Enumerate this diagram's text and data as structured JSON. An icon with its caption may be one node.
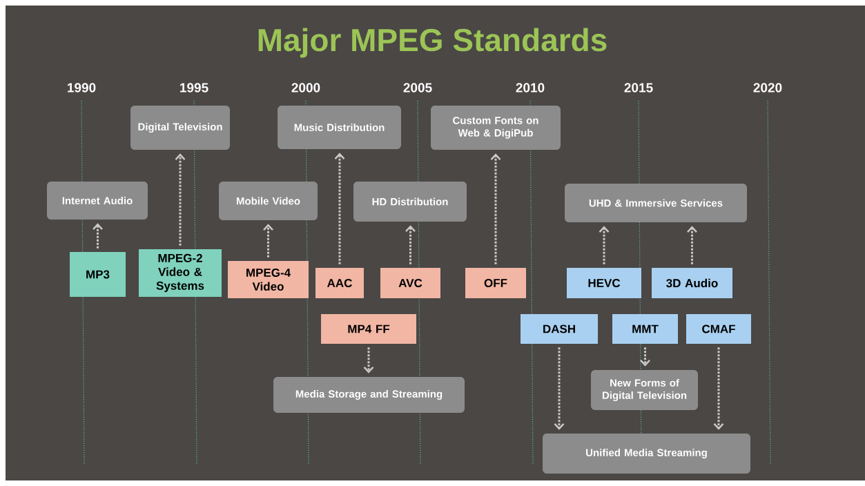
{
  "diagram": {
    "title": "Major MPEG Standards",
    "nodes": [
      {
        "text": [
          "Internet Audio"
        ]
      },
      {
        "text": [
          "Digital Television"
        ]
      },
      {
        "text": [
          "Music Distribution"
        ]
      },
      {
        "text": [
          "Custom Fonts on Web & DigiPub"
        ]
      },
      {
        "text": [
          "Mobile Video"
        ]
      },
      {
        "text": [
          "HD Distribution"
        ]
      },
      {
        "text": [
          "UHD & Immersive Services"
        ]
      },
      {
        "text": [
          "MP3"
        ]
      },
      {
        "text": [
          "MPEG-2 Video & Systems"
        ]
      },
      {
        "text": [
          "MPEG-4 Video"
        ]
      },
      {
        "text": [
          "AAC"
        ]
      },
      {
        "text": [
          "AVC"
        ]
      },
      {
        "text": [
          "OFF"
        ]
      },
      {
        "text": [
          "HEVC"
        ]
      },
      {
        "text": [
          "3D Audio"
        ]
      },
      {
        "text": [
          "MP4 FF"
        ]
      },
      {
        "text": [
          "DASH"
        ]
      },
      {
        "text": [
          "MMT"
        ]
      },
      {
        "text": [
          "CMAF"
        ]
      },
      {
        "text": [
          "Media Storage and Streaming"
        ]
      },
      {
        "text": [
          "New Forms of Digital Television"
        ]
      },
      {
        "text": [
          "Unified Media Streaming"
        ]
      }
    ],
    "edges": [
      {
        "from": 7,
        "to": 0,
        "arrow": "to"
      },
      {
        "from": 8,
        "to": 1,
        "arrow": "to"
      },
      {
        "from": 9,
        "to": 4,
        "arrow": "to"
      },
      {
        "from": 10,
        "to": 2,
        "arrow": "to"
      },
      {
        "from": 11,
        "to": 5,
        "arrow": "to"
      },
      {
        "from": 12,
        "to": 3,
        "arrow": "to"
      },
      {
        "from": 13,
        "to": 6,
        "arrow": "to"
      },
      {
        "from": 14,
        "to": 6,
        "arrow": "to"
      },
      {
        "from": 15,
        "to": 19,
        "arrow": "to"
      },
      {
        "from": 16,
        "to": 21,
        "arrow": "to"
      },
      {
        "from": 17,
        "to": 20,
        "arrow": "to"
      },
      {
        "from": 18,
        "to": 21,
        "arrow": "to"
      }
    ],
    "labels": [
      "1990",
      "1995",
      "2000",
      "2005",
      "2010",
      "2015",
      "2020"
    ]
  }
}
